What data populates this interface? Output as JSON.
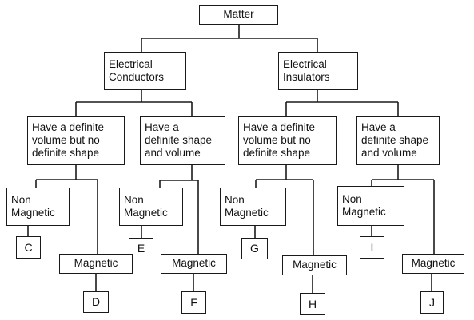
{
  "nodes": {
    "root": "Matter",
    "conductors": "Electrical\nConductors",
    "insulators": "Electrical\nInsulators",
    "cond_liquid": "Have a definite\nvolume but no\ndefinite shape",
    "cond_solid": "Have a\ndefinite shape\nand volume",
    "ins_liquid": "Have a definite\nvolume but no\ndefinite shape",
    "ins_solid": "Have a\ndefinite shape\nand volume",
    "nonmag_1": "Non\nMagnetic",
    "nonmag_2": "Non\nMagnetic",
    "nonmag_3": "Non\nMagnetic",
    "nonmag_4": "Non\nMagnetic",
    "mag_1": "Magnetic",
    "mag_2": "Magnetic",
    "mag_3": "Magnetic",
    "mag_4": "Magnetic",
    "C": "C",
    "D": "D",
    "E": "E",
    "F": "F",
    "G": "G",
    "H": "H",
    "I": "I",
    "J": "J"
  }
}
